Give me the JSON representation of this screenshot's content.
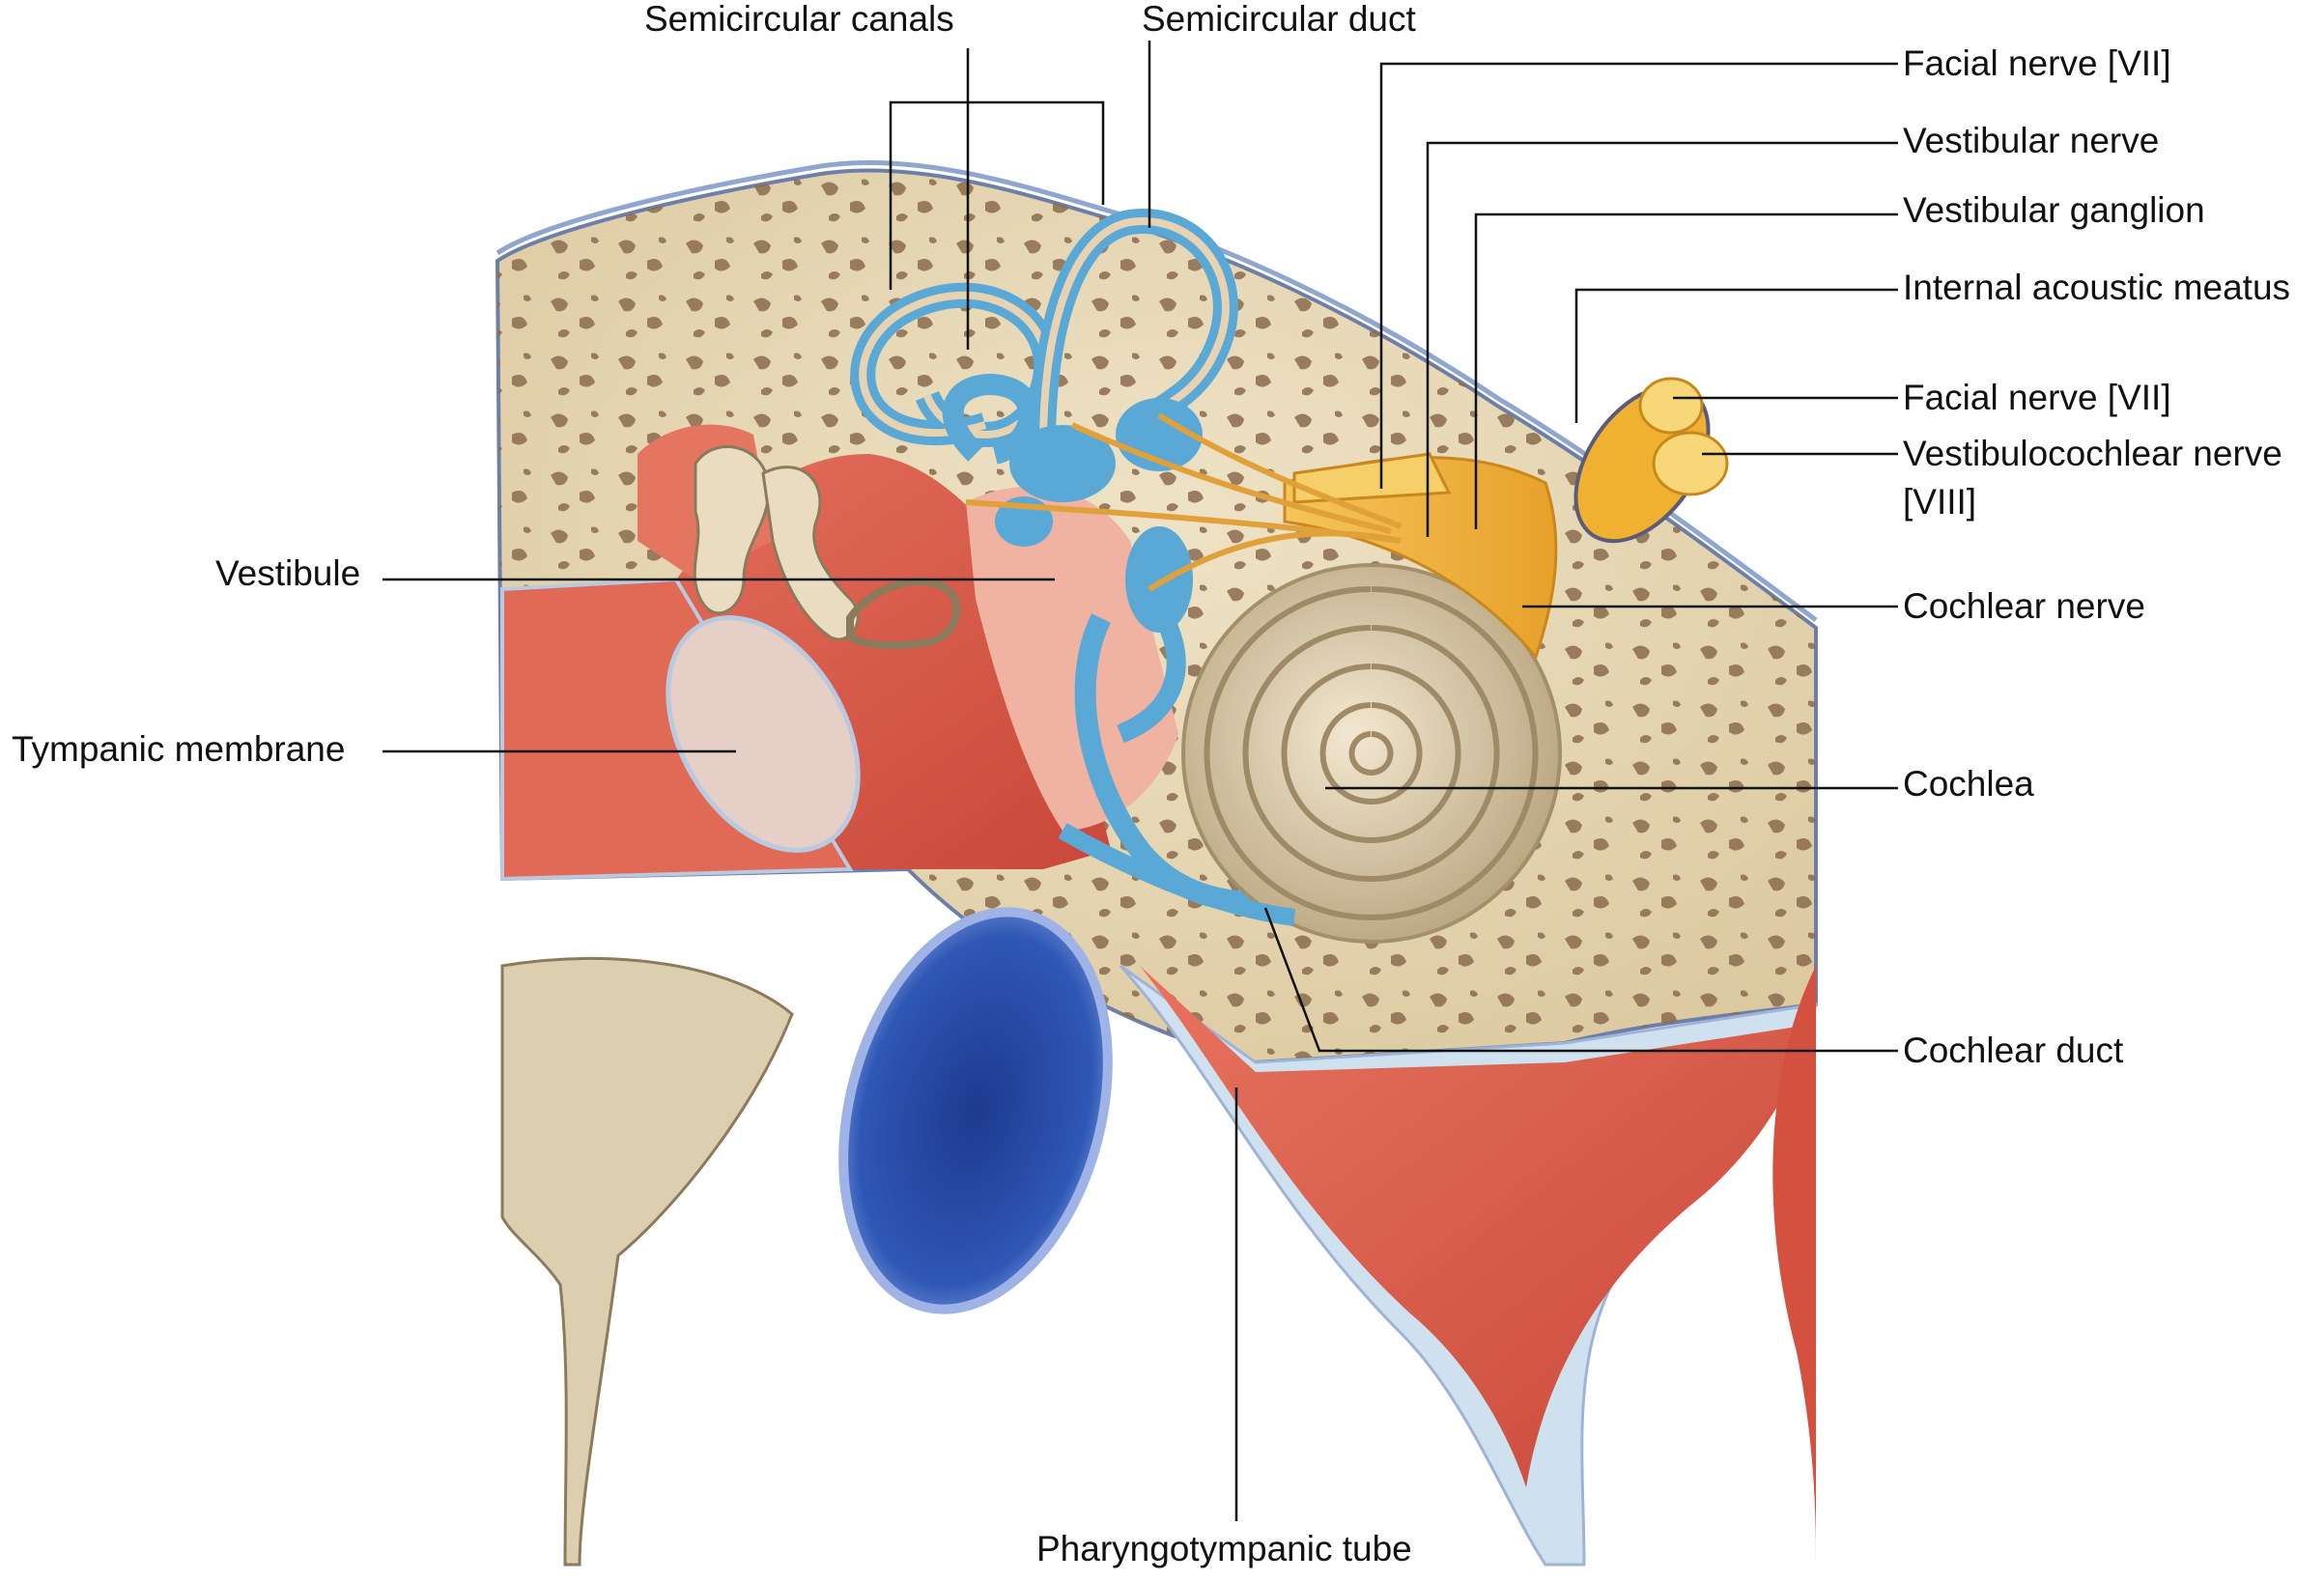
{
  "labels": {
    "semicircular_canals": "Semicircular canals",
    "semicircular_duct": "Semicircular duct",
    "facial_nerve_1": "Facial nerve [VII]",
    "vestibular_nerve": "Vestibular nerve",
    "vestibular_ganglion": "Vestibular ganglion",
    "internal_acoustic_meatus": "Internal acoustic meatus",
    "facial_nerve_2": "Facial nerve [VII]",
    "vestibulocochlear_nerve_line1": "Vestibulocochlear nerve",
    "vestibulocochlear_nerve_line2": "[VIII]",
    "cochlear_nerve": "Cochlear nerve",
    "cochlea": "Cochlea",
    "cochlear_duct": "Cochlear duct",
    "vestibule": "Vestibule",
    "tympanic_membrane": "Tympanic membrane",
    "pharyngotympanic_tube": "Pharyngotympanic tube"
  },
  "colors": {
    "bone": "#e8d9b5",
    "bone_pore": "#8b6b4e",
    "cavity_red": "#d9594a",
    "cavity_light": "#f0a592",
    "labyrinth_blue": "#5aa8d6",
    "nerve_yellow": "#f2b43a",
    "vessel_blue": "#2d4fa8",
    "cartilage_blue": "#cfe0ef",
    "cochlea_tan": "#d8c7a5",
    "leader_line": "#111111"
  }
}
